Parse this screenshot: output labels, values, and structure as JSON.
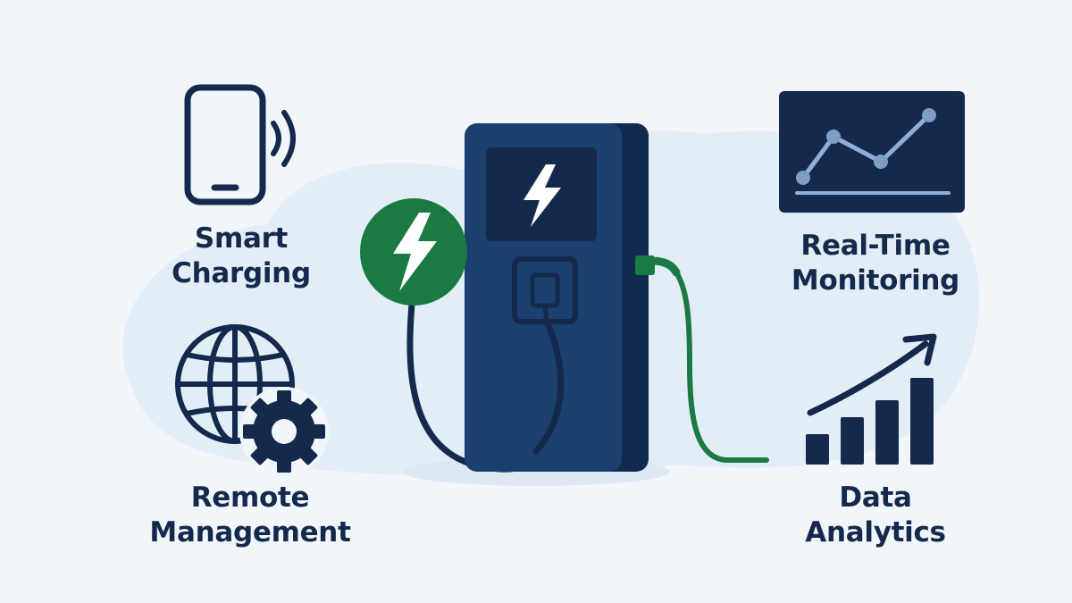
{
  "colors": {
    "background": "#f1f6fb",
    "blob": "#e3edf6",
    "navy": "#14294b",
    "charger_body": "#1b3f6e",
    "charger_shadow": "#122a4e",
    "green": "#1b7a43",
    "white": "#ffffff"
  },
  "features": {
    "smart_charging": {
      "line1": "Smart",
      "line2": "Charging",
      "icon": "smartphone-wireless-icon"
    },
    "remote_management": {
      "line1": "Remote",
      "line2": "Management",
      "icon": "globe-gear-icon"
    },
    "real_time_monitoring": {
      "line1": "Real-Time",
      "line2": "Monitoring",
      "icon": "line-chart-monitor-icon"
    },
    "data_analytics": {
      "line1": "Data",
      "line2": "Analytics",
      "icon": "bar-chart-trend-icon"
    }
  },
  "charger": {
    "icons": [
      "ev-charger-icon",
      "lightning-bolt-icon",
      "charging-plug-icon"
    ]
  }
}
